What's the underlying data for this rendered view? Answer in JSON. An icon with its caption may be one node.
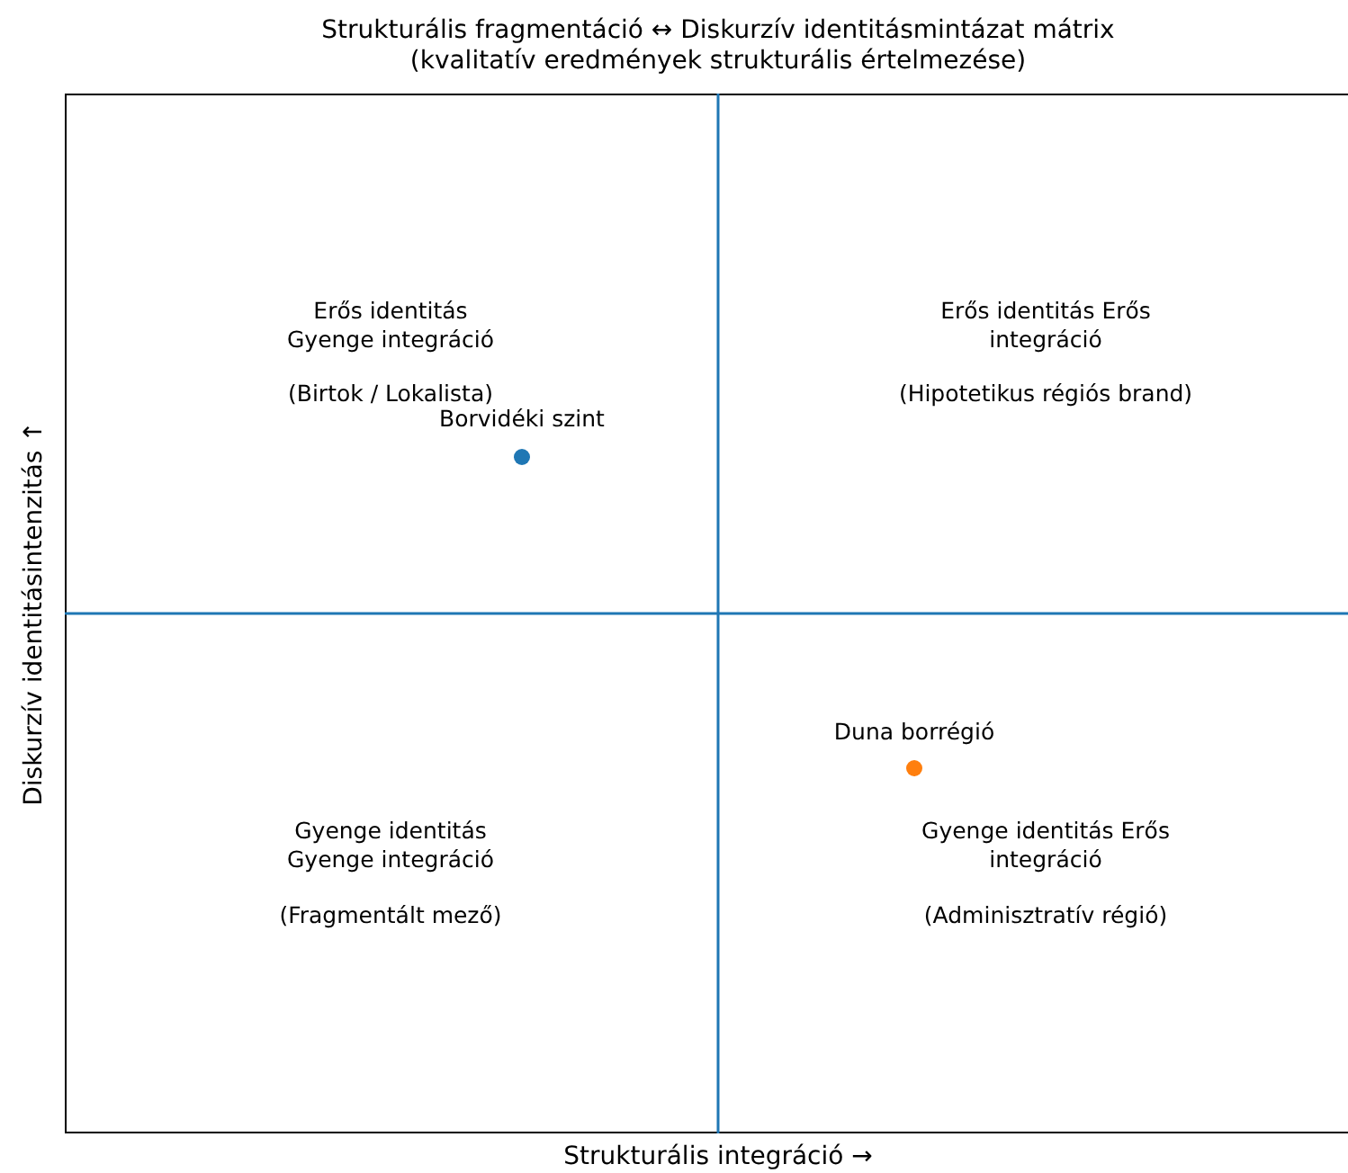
{
  "diagram": {
    "title": "Strukturális fragmentáció ↔ Diskurzív identitásmintázat mátrix (kvalitatív eredmények strukturális értelmezése)",
    "labels": [
      "Erős identitás Gyenge integráció",
      "(Birtok / Lokalista)",
      "Erős identitás Erős integráció",
      "(Hipotetikus régiós brand)",
      "Borvidéki szint",
      "Duna borrégió",
      "Gyenge identitás Gyenge integráció",
      "(Fragmentált mező)",
      "Gyenge identitás Erős integráció",
      "(Adminisztratív régió)",
      "Diskurzív identitásintenzitás ↑",
      "Strukturális integráció →"
    ]
  }
}
